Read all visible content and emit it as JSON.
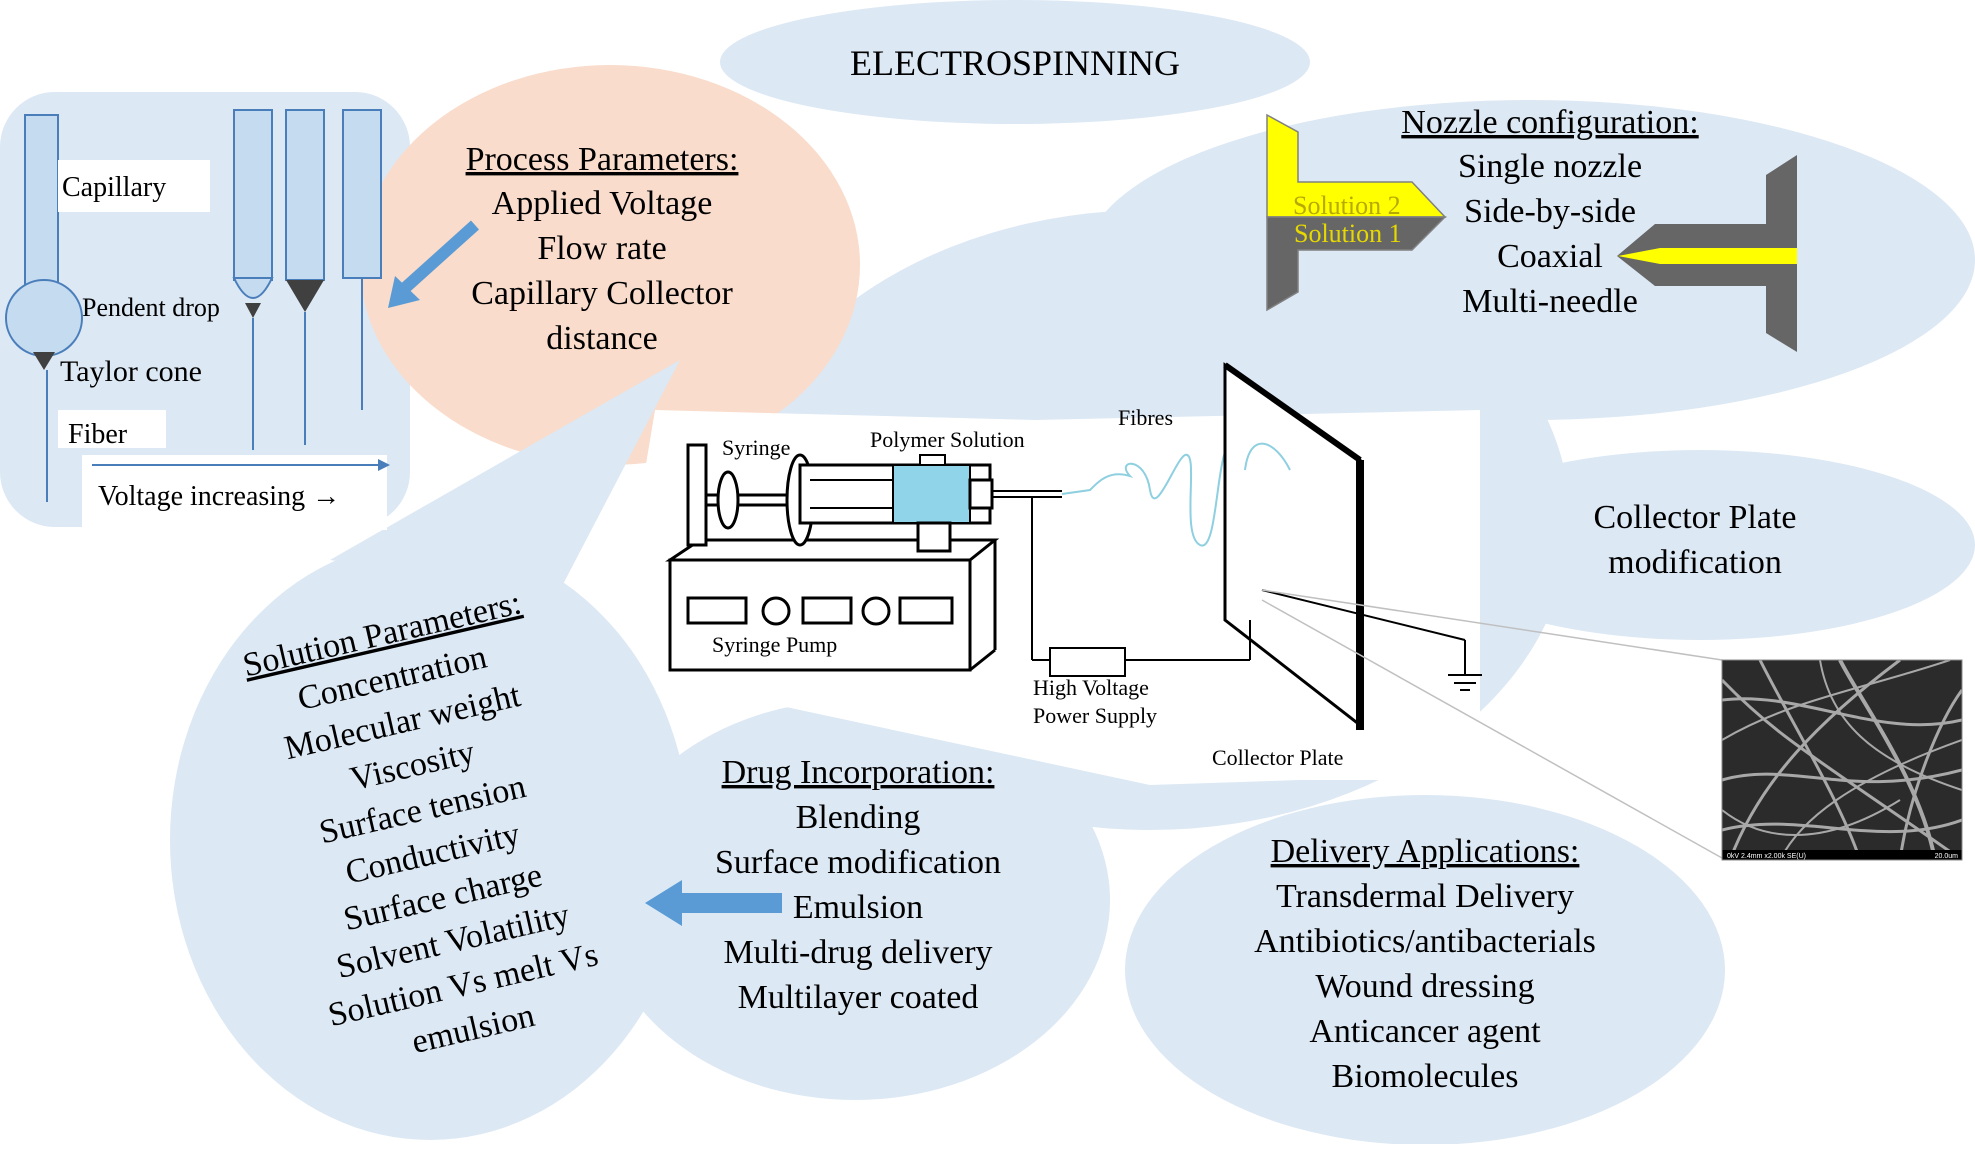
{
  "title": "ELECTROSPINNING",
  "taylor_panel": {
    "capillary": "Capillary",
    "pendent_drop": "Pendent drop",
    "taylor_cone": "Taylor cone",
    "fiber": "Fiber",
    "voltage": "Voltage increasing →"
  },
  "process": {
    "heading": "Process Parameters:",
    "items": [
      "Applied Voltage",
      "Flow rate",
      "Capillary Collector",
      "distance"
    ]
  },
  "nozzle": {
    "heading": "Nozzle configuration:",
    "items": [
      "Single nozzle",
      "Side-by-side",
      "Coaxial",
      "Multi-needle"
    ],
    "solution2": "Solution 2",
    "solution1": "Solution 1"
  },
  "apparatus": {
    "syringe": "Syringe",
    "polymer_solution": "Polymer Solution",
    "fibres": "Fibres",
    "syringe_pump": "Syringe Pump",
    "hv_line1": "High Voltage",
    "hv_line2": "Power Supply",
    "collector_plate": "Collector Plate"
  },
  "collector_mod": {
    "line1": "Collector Plate",
    "line2": "modification"
  },
  "solution": {
    "heading": "Solution Parameters:",
    "items": [
      "Concentration",
      "Molecular weight",
      "Viscosity",
      "Surface tension",
      "Conductivity",
      "Surface charge",
      "Solvent Volatility",
      "Solution Vs melt Vs",
      "emulsion"
    ]
  },
  "drug": {
    "heading": "Drug Incorporation:",
    "items": [
      "Blending",
      "Surface modification",
      "Emulsion",
      "Multi-drug delivery",
      "Multilayer coated"
    ]
  },
  "delivery": {
    "heading": "Delivery Applications:",
    "items": [
      "Transdermal Delivery",
      "Antibiotics/antibacterials",
      "Wound dressing",
      "Anticancer agent",
      "Biomolecules"
    ]
  },
  "sem": {
    "caption_left": "0kV 2.4mm x2.00k SE(U)",
    "caption_right": "20.0um"
  },
  "colors": {
    "bubble": "#dce8f4",
    "process_bubble": "#f9dccb",
    "capillary_fill": "#c5dbef",
    "capillary_stroke": "#4a7ebb",
    "arrow": "#5b9bd5",
    "syringe_fluid": "#8fd4e8",
    "solution2": "#ffff00",
    "nozzle_gray": "#666666",
    "fibre_line": "#8ecfe0"
  }
}
